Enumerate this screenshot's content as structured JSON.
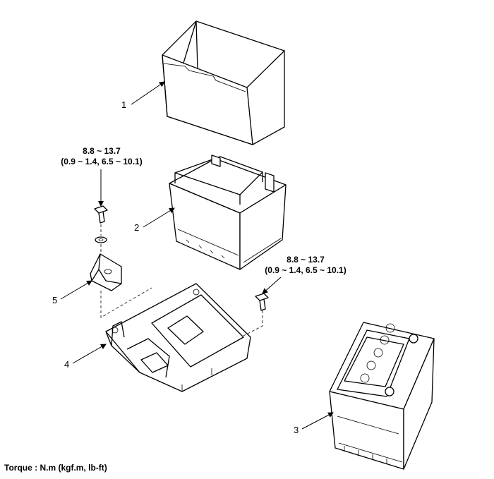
{
  "callouts": {
    "part1": "1",
    "part2": "2",
    "part3": "3",
    "part4": "4",
    "part5": "5"
  },
  "torque_left": {
    "line1": "8.8 ~ 13.7",
    "line2": "(0.9 ~ 1.4, 6.5 ~ 10.1)"
  },
  "torque_right": {
    "line1": "8.8 ~ 13.7",
    "line2": "(0.9 ~ 1.4, 6.5 ~ 10.1)"
  },
  "footer": {
    "torque_units": "Torque : N.m (kgf.m, lb-ft)"
  }
}
